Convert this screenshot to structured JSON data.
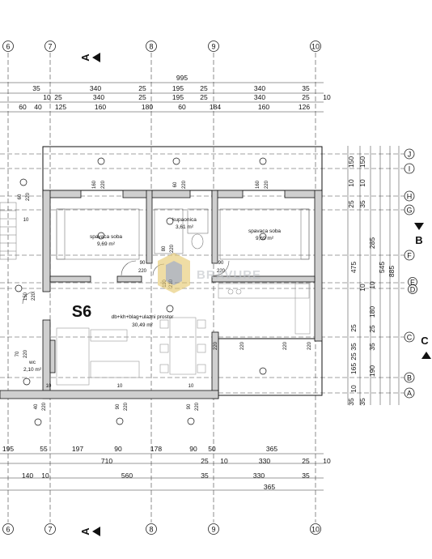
{
  "unit_label": "S6",
  "section_markers": {
    "top": "A",
    "bottom": "A",
    "right_b": "B",
    "right_c": "C"
  },
  "top_grid_labels": [
    "6",
    "7",
    "8",
    "9",
    "10"
  ],
  "bottom_grid_labels": [
    "6",
    "7",
    "8",
    "9",
    "10"
  ],
  "right_grid_labels": [
    "J",
    "I",
    "H",
    "G",
    "F",
    "E",
    "D",
    "C",
    "B",
    "A"
  ],
  "top_dimension_rows": [
    [
      "995"
    ],
    [
      "35",
      "340",
      "25",
      "195",
      "25",
      "340",
      "35"
    ],
    [
      "10",
      "25",
      "340",
      "25",
      "195",
      "25",
      "340",
      "25",
      "10"
    ],
    [
      "60",
      "40",
      "125",
      "160",
      "180",
      "60",
      "184",
      "160",
      "126"
    ]
  ],
  "bottom_dimension_rows": [
    [
      "195",
      "55",
      "197",
      "90",
      "178",
      "90",
      "50",
      "365"
    ],
    [
      "710",
      "25",
      "10",
      "330",
      "25",
      "10"
    ],
    [
      "140",
      "10",
      "560",
      "35",
      "330",
      "35"
    ],
    [
      "365"
    ]
  ],
  "right_dimension_cols": [
    [
      "150",
      "10",
      "25",
      "35"
    ],
    [
      "150",
      "10",
      "35"
    ],
    [
      "285",
      "10",
      "180",
      "25",
      "35",
      "25",
      "165",
      "190",
      "35",
      "10"
    ],
    [
      "475",
      "25",
      "35"
    ],
    [
      "545",
      "10"
    ],
    [
      "885"
    ]
  ],
  "rooms": [
    {
      "name": "spavaca soba",
      "area": "9,69 m²"
    },
    {
      "name": "kupaonica",
      "area": "3,61 m²"
    },
    {
      "name": "spavaca soba",
      "area": "9,69 m²"
    },
    {
      "name": "db+kh+blag+ulazni prostor",
      "area": "30,49 m²"
    },
    {
      "name": "wc",
      "area": "2,10 m²"
    }
  ],
  "opening_labels": [
    "60",
    "220",
    "10",
    "160",
    "220",
    "60",
    "220",
    "160",
    "220",
    "80",
    "220",
    "90",
    "220",
    "90",
    "220",
    "110",
    "210",
    "150",
    "220",
    "70",
    "220",
    "10",
    "10",
    "10",
    "40",
    "220",
    "90",
    "220",
    "90",
    "220",
    "220",
    "220",
    "220",
    "220"
  ],
  "watermark": "BRAVURE"
}
